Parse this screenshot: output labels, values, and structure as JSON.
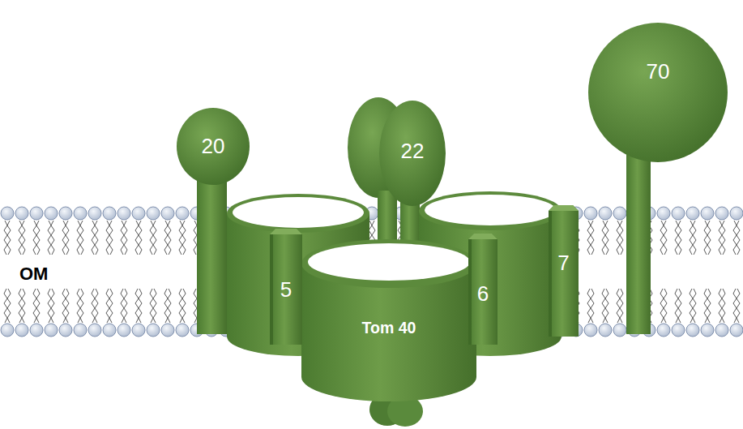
{
  "diagram": {
    "nodes": [
      {
        "text": [
          "20"
        ]
      },
      {
        "text": [
          "22"
        ]
      },
      {
        "text": [
          "70"
        ]
      },
      {
        "text": [
          "5"
        ]
      },
      {
        "text": [
          "Tom 40"
        ]
      },
      {
        "text": [
          "6"
        ]
      },
      {
        "text": [
          "7"
        ]
      }
    ],
    "labels": [
      "OM"
    ]
  }
}
